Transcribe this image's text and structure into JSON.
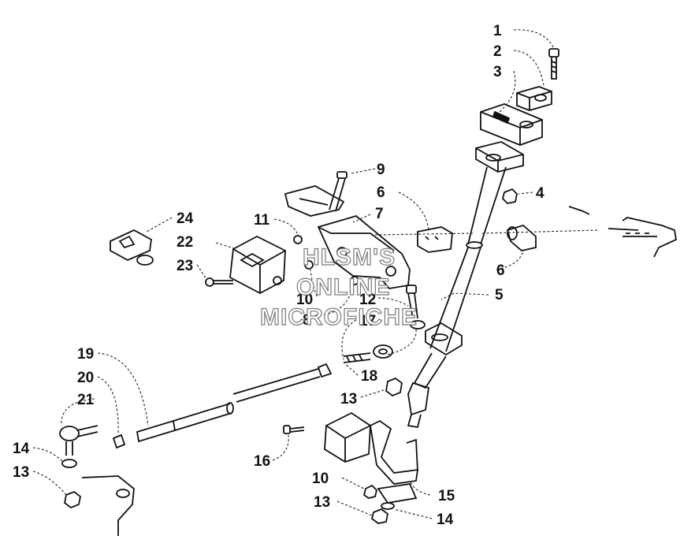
{
  "watermark": {
    "line1": "HLSM'S",
    "line2": "ONLINE",
    "line3": "MICROFICHE"
  },
  "callouts": {
    "c1": "1",
    "c2": "2",
    "c3": "3",
    "c4": "4",
    "c5": "5",
    "c6a": "6",
    "c6b": "6",
    "c7": "7",
    "c8": "8",
    "c9": "9",
    "c10a": "10",
    "c10b": "10",
    "c11": "11",
    "c12": "12",
    "c13a": "13",
    "c13b": "13",
    "c13c": "13",
    "c14a": "14",
    "c14b": "14",
    "c15": "15",
    "c16": "16",
    "c17": "17",
    "c18": "18",
    "c19": "19",
    "c20": "20",
    "c21": "21",
    "c22": "22",
    "c23": "23",
    "c24": "24"
  }
}
